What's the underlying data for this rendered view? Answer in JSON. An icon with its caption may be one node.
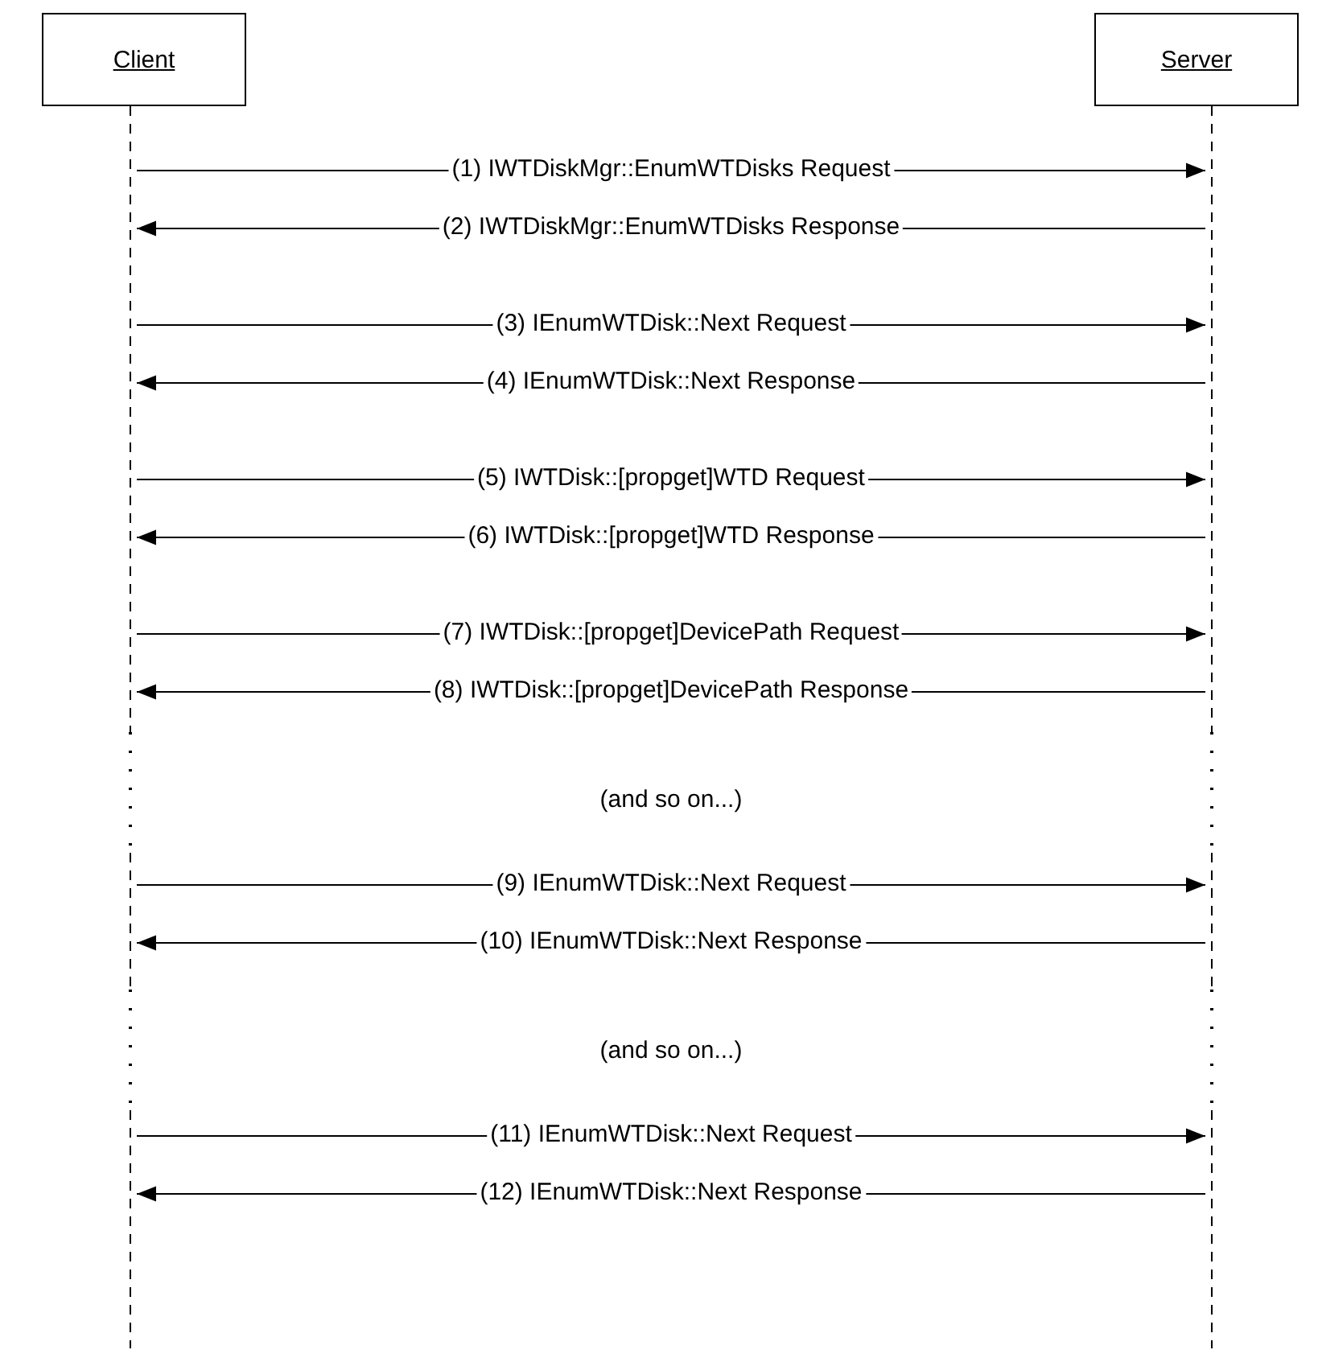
{
  "diagram": {
    "nodes": [
      {
        "text": [
          "Client"
        ]
      },
      {
        "text": [
          "Server"
        ]
      },
      {
        "text": [],
        "shape": "line"
      },
      {
        "text": [],
        "shape": "line"
      }
    ],
    "edges": [
      {
        "from": 2,
        "to": 3,
        "arrow": "to",
        "label": "(1) IWTDiskMgr::EnumWTDisks Request"
      },
      {
        "from": 3,
        "to": 2,
        "arrow": "to",
        "label": "(2) IWTDiskMgr::EnumWTDisks Response"
      },
      {
        "from": 2,
        "to": 3,
        "arrow": "to",
        "label": "(3) IEnumWTDisk::Next Request"
      },
      {
        "from": 3,
        "to": 2,
        "arrow": "to",
        "label": "(4) IEnumWTDisk::Next Response"
      },
      {
        "from": 2,
        "to": 3,
        "arrow": "to",
        "label": "(5) IWTDisk::[propget]WTD Request"
      },
      {
        "from": 3,
        "to": 2,
        "arrow": "to",
        "label": "(6) IWTDisk::[propget]WTD Response"
      },
      {
        "from": 2,
        "to": 3,
        "arrow": "to",
        "label": "(7) IWTDisk::[propget]DevicePath Request"
      },
      {
        "from": 3,
        "to": 2,
        "arrow": "to",
        "label": "(8) IWTDisk::[propget]DevicePath Response"
      },
      {
        "from": 2,
        "to": 3,
        "arrow": "to",
        "label": "(9) IEnumWTDisk::Next Request"
      },
      {
        "from": 3,
        "to": 2,
        "arrow": "to",
        "label": "(10) IEnumWTDisk::Next Response"
      },
      {
        "from": 2,
        "to": 3,
        "arrow": "to",
        "label": "(11) IEnumWTDisk::Next Request"
      },
      {
        "from": 3,
        "to": 2,
        "arrow": "to",
        "label": "(12) IEnumWTDisk::Next Response"
      }
    ],
    "labels": [
      "(and so on...)",
      "(and so on...)"
    ]
  }
}
